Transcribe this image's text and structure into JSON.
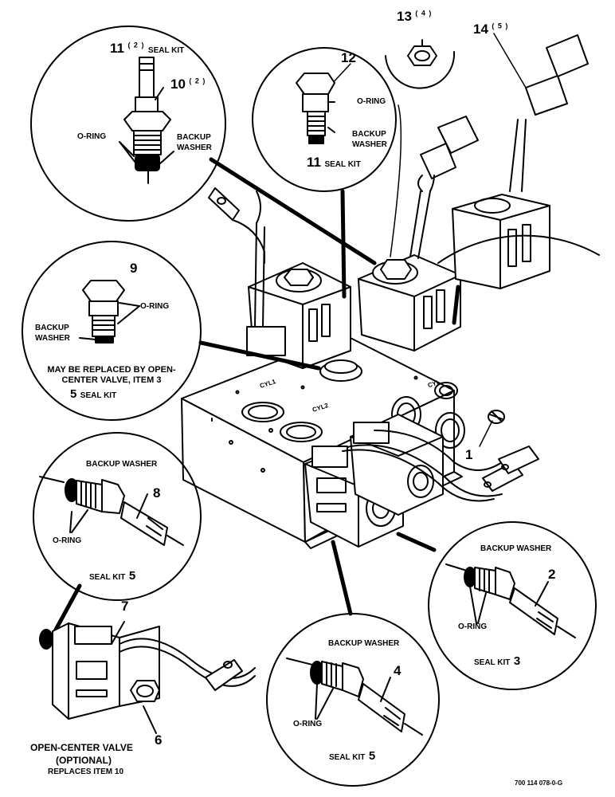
{
  "callouts": {
    "c11_top": {
      "num": "11",
      "qty": "( 2 )",
      "text": "SEAL KIT"
    },
    "c10": {
      "num": "10",
      "qty": "( 2 )"
    },
    "c10_oring": "O-RING",
    "c10_backup": "BACKUP WASHER",
    "c12": "12",
    "c12_oring": "O-RING",
    "c12_backup": "BACKUP WASHER",
    "c12_seal": {
      "num": "11",
      "text": "SEAL KIT"
    },
    "c13": {
      "num": "13",
      "qty": "( 4 )"
    },
    "c14": {
      "num": "14",
      "qty": "( 5 )"
    },
    "c9": "9",
    "c9_oring": "O-RING",
    "c9_backup": "BACKUP WASHER",
    "c9_note": "MAY BE REPLACED BY OPEN-CENTER VALVE, ITEM 3",
    "c9_seal": {
      "num": "5",
      "text": "SEAL KIT"
    },
    "c1": "1",
    "c8": "8",
    "c8_backup": "BACKUP WASHER",
    "c8_oring": "O-RING",
    "c8_seal": {
      "text": "SEAL KIT",
      "num": "5"
    },
    "c2": "2",
    "c2_backup": "BACKUP WASHER",
    "c2_oring": "O-RING",
    "c2_seal": {
      "text": "SEAL KIT",
      "num": "3"
    },
    "c4": "4",
    "c4_backup": "BACKUP WASHER",
    "c4_oring": "O-RING",
    "c4_seal": {
      "text": "SEAL KIT",
      "num": "5"
    },
    "c7": "7",
    "c6": "6",
    "ocv_title": "OPEN-CENTER VALVE",
    "ocv_optional": "(OPTIONAL)",
    "ocv_replaces": "REPLACES ITEM 10"
  },
  "port_labels": {
    "cyl1": "CYL1",
    "cyl2": "CYL2",
    "cyl": "CYL"
  },
  "part_number": "700 114 078-0-G"
}
